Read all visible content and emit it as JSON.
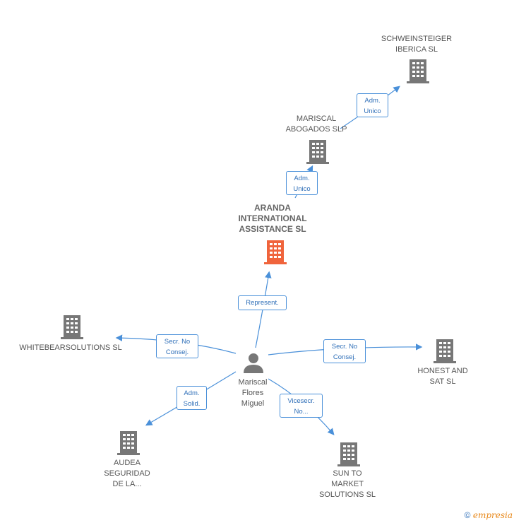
{
  "nodes": {
    "schweinsteiger": "SCHWEINSTEIGER\nIBERICA  SL",
    "mariscal_abogados": "MARISCAL\nABOGADOS SLP",
    "aranda": "ARANDA\nINTERNATIONAL\nASSISTANCE SL",
    "whitebear": "WHITEBEARSOLUTIONS SL",
    "honest": "HONEST AND\nSAT SL",
    "person": "Mariscal\nFlores\nMiguel",
    "audea": "AUDEA\nSEGURIDAD\nDE LA...",
    "suntomarket": "SUN TO\nMARKET\nSOLUTIONS SL"
  },
  "edges": {
    "adm_unico_1": "Adm.\nUnico",
    "adm_unico_2": "Adm.\nUnico",
    "represent": "Represent.",
    "secr_whitebear": "Secr.  No\nConsej.",
    "secr_honest": "Secr.  No\nConsej.",
    "adm_solid": "Adm.\nSolid.",
    "vicesecr": "Vicesecr.\nNo..."
  },
  "footer": {
    "copyright": "©",
    "brand": "empresia"
  },
  "colors": {
    "building": "#777777",
    "main_building": "#f0643c",
    "edge": "#4a90d9"
  }
}
